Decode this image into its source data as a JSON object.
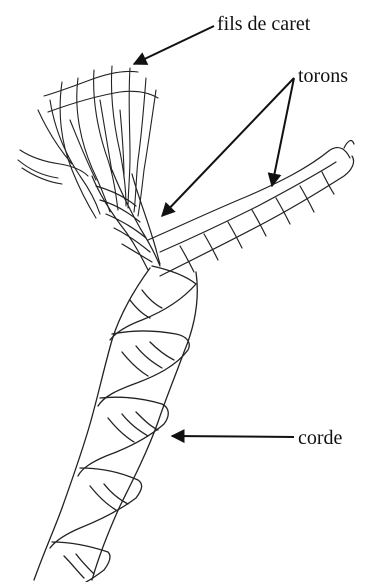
{
  "labels": {
    "yarns": "fils de caret",
    "strands": "torons",
    "rope": "corde"
  },
  "colors": {
    "ink": "#111111",
    "background": "#ffffff"
  }
}
